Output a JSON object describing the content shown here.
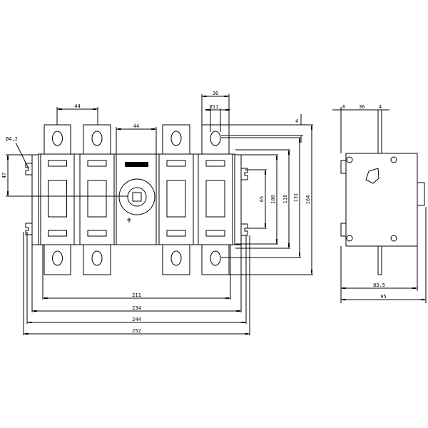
{
  "front_view": {
    "dimensions": {
      "terminal_pitch": "44",
      "center_section_width": "44",
      "terminal_width": "30",
      "terminal_hole": "Ø11",
      "terminal_offset": "4",
      "mounting_hole": "Ø4,2",
      "handle_height": "47",
      "mounting_spacing": "65",
      "body_height": "100",
      "height_110": "110",
      "height_131": "131",
      "overall_height": "164",
      "width_211": "211",
      "width_234": "234",
      "width_244": "244",
      "overall_width": "252"
    }
  },
  "side_view": {
    "dimensions": {
      "rail_offset": "6",
      "busbar_offset": "36",
      "busbar_thickness": "4",
      "body_depth": "83.5",
      "overall_depth": "95"
    }
  }
}
